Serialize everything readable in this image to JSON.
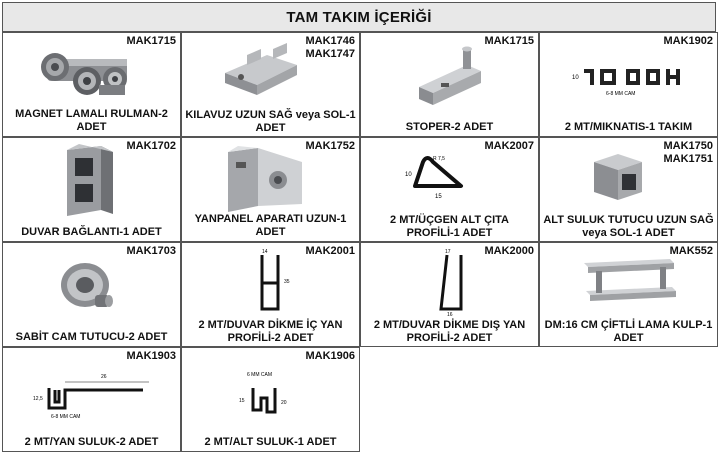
{
  "title": "TAM TAKIM İÇERİĞİ",
  "items": [
    {
      "code": "MAK1715",
      "label": "MAGNET LAMALI RULMAN-2 ADET"
    },
    {
      "code": "MAK1746\nMAK1747",
      "label": "KILAVUZ UZUN SAĞ veya SOL-1 ADET"
    },
    {
      "code": "MAK1715",
      "label": "STOPER-2 ADET"
    },
    {
      "code": "MAK1902",
      "label": "2 MT/MIKNATIS-1 TAKIM"
    },
    {
      "code": "MAK1702",
      "label": "DUVAR BAĞLANTI-1 ADET"
    },
    {
      "code": "MAK1752",
      "label": "YANPANEL APARATI UZUN-1 ADET"
    },
    {
      "code": "MAK2007",
      "label": "2 MT/ÜÇGEN ALT ÇITA PROFİLİ-1 ADET"
    },
    {
      "code": "MAK1750\nMAK1751",
      "label": "ALT SULUK TUTUCU UZUN SAĞ veya SOL-1 ADET"
    },
    {
      "code": "MAK1703",
      "label": "SABİT CAM TUTUCU-2 ADET"
    },
    {
      "code": "MAK2001",
      "label": "2 MT/DUVAR DİKME İÇ YAN PROFİLİ-2 ADET"
    },
    {
      "code": "MAK2000",
      "label": "2 MT/DUVAR DİKME DIŞ YAN PROFİLİ-2 ADET"
    },
    {
      "code": "MAK552",
      "label": "DM:16 CM ÇİFTLİ LAMA KULP-1 ADET"
    },
    {
      "code": "MAK1903",
      "label": "2 MT/YAN SULUK-2 ADET"
    },
    {
      "code": "MAK1906",
      "label": "2 MT/ALT SULUK-1 ADET"
    }
  ],
  "drawing_text": {
    "magnet_dim": "6-8 MM CAM",
    "magnet_h": "10",
    "ucgen_w": "15",
    "ucgen_h": "10",
    "ucgen_r": "R 7,5",
    "ic_top": "14",
    "ic_side": "35",
    "dis_top": "17",
    "dis_bottom": "16",
    "yan_w": "26",
    "yan_h": "12,5",
    "yan_cam": "6-8 MM CAM",
    "alt_cam": "6 MM CAM",
    "alt_h": "15",
    "alt_r": "20"
  }
}
